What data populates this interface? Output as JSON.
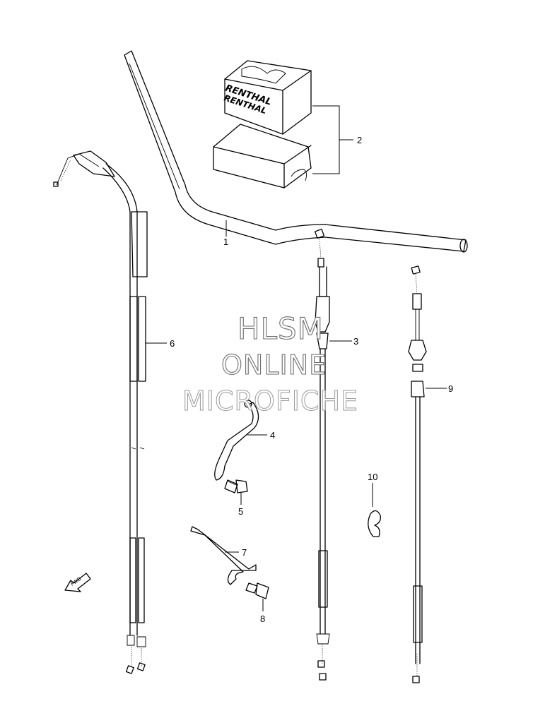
{
  "watermark": {
    "line1": "HLSM",
    "line2": "ONLINE",
    "line3": "MICROFICHE"
  },
  "grip_pad_brand": [
    "RENTHAL",
    "RENTHAL"
  ],
  "fwd_arrow_text": "FWD",
  "callouts": [
    {
      "id": "1",
      "part": "handlebar"
    },
    {
      "id": "2",
      "part": "handlebar-pad-set"
    },
    {
      "id": "3",
      "part": "clutch-cable"
    },
    {
      "id": "4",
      "part": "cable-guide-bracket"
    },
    {
      "id": "5",
      "part": "bolt"
    },
    {
      "id": "6",
      "part": "throttle-cable-assembly"
    },
    {
      "id": "7",
      "part": "clamp"
    },
    {
      "id": "8",
      "part": "bolt"
    },
    {
      "id": "9",
      "part": "hot-start-cable"
    },
    {
      "id": "10",
      "part": "cable-clip"
    }
  ],
  "colors": {
    "line": "#000000",
    "watermark_stroke": "#6e6e6e",
    "background": "#ffffff"
  }
}
